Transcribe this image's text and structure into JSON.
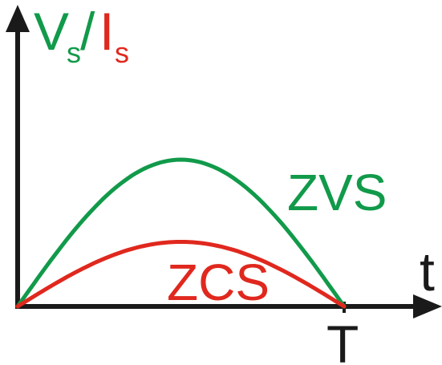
{
  "axes": {
    "y_label": {
      "main_v": "V",
      "sub_v": "s",
      "slash": "/",
      "main_i": "I",
      "sub_i": "s"
    },
    "x_label": "t",
    "x_end_label": "T"
  },
  "curves": [
    {
      "name": "ZVS",
      "label": "ZVS",
      "color": "#119a4a",
      "peak": 1.0
    },
    {
      "name": "ZCS",
      "label": "ZCS",
      "color": "#e0281e",
      "peak": 0.44
    }
  ],
  "colors": {
    "axis": "#1a1a1a",
    "vs": "#119a4a",
    "is": "#e0281e"
  }
}
